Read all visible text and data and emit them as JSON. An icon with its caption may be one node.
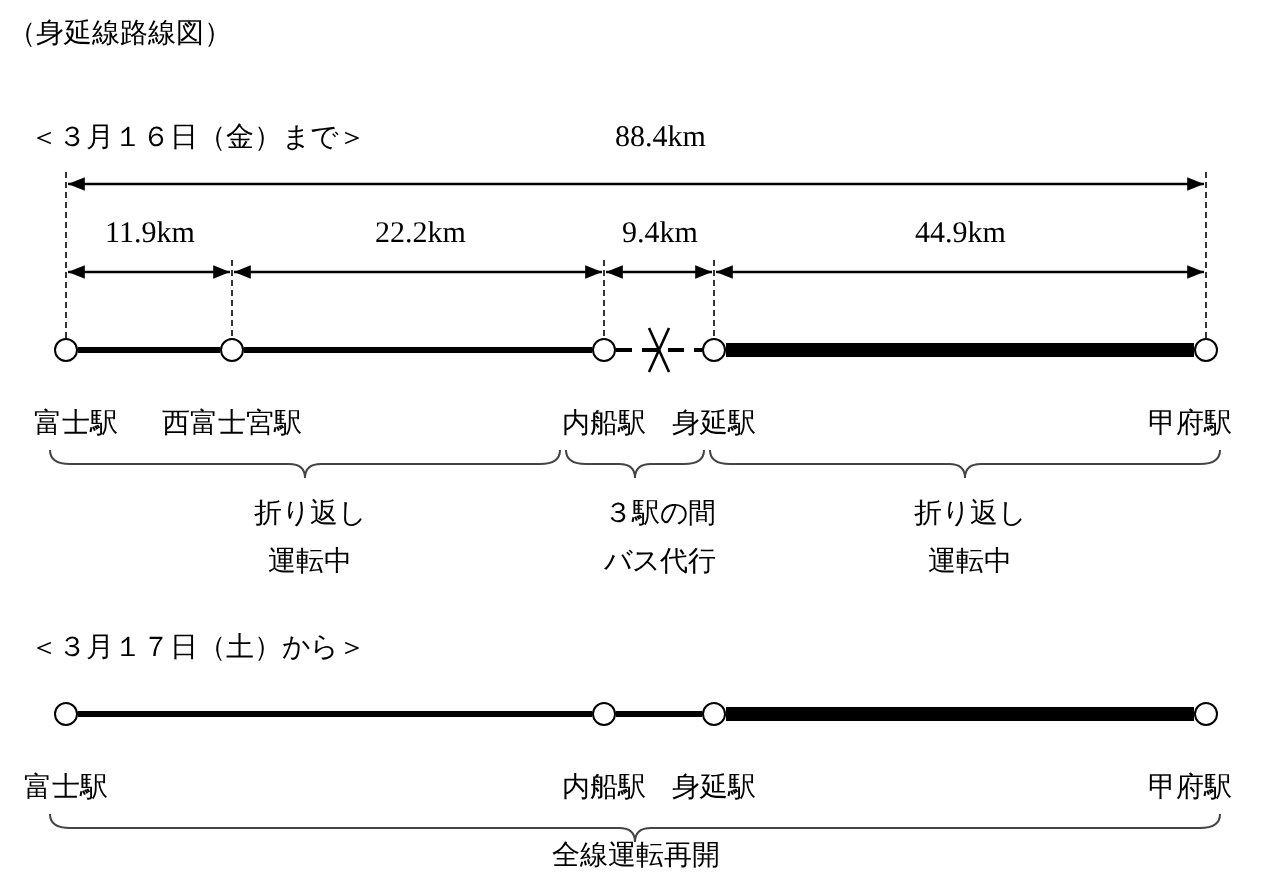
{
  "diagram": {
    "title": "（身延線路線図）",
    "nodes": [
      {
        "text": [],
        "shape": "circle",
        "beside": [
          "富士駅"
        ]
      },
      {
        "text": [],
        "shape": "circle",
        "beside": [
          "西富士宮駅"
        ]
      },
      {
        "text": [],
        "shape": "circle",
        "beside": [
          "内船駅"
        ]
      },
      {
        "text": [],
        "shape": "circle",
        "beside": [
          "身延駅"
        ]
      },
      {
        "text": [],
        "shape": "circle",
        "beside": [
          "甲府駅"
        ]
      },
      {
        "text": [],
        "shape": "circle",
        "beside": [
          "富士駅"
        ]
      },
      {
        "text": [],
        "shape": "circle",
        "beside": [
          "内船駅"
        ]
      },
      {
        "text": [],
        "shape": "circle",
        "beside": [
          "身延駅"
        ]
      },
      {
        "text": [],
        "shape": "circle",
        "beside": [
          "甲府駅"
        ]
      }
    ],
    "edges": [
      {
        "from": 0,
        "to": 1,
        "arrow": "none"
      },
      {
        "from": 1,
        "to": 2,
        "arrow": "none"
      },
      {
        "from": 2,
        "to": 3,
        "arrow": "none",
        "style": "dashed"
      },
      {
        "from": 3,
        "to": 4,
        "arrow": "none",
        "style": "thick"
      },
      {
        "from": 5,
        "to": 6,
        "arrow": "none"
      },
      {
        "from": 6,
        "to": 7,
        "arrow": "none"
      },
      {
        "from": 7,
        "to": 8,
        "arrow": "none",
        "style": "thick"
      }
    ],
    "labels": [
      "＜３月１６日（金）まで＞",
      "88.4km",
      "11.9km",
      "22.2km",
      "9.4km",
      "44.9km",
      "折り返し運転中",
      "３駅の間バス代行",
      "折り返し運転中",
      "＜３月１７日（土）から＞",
      "全線運転再開"
    ]
  }
}
